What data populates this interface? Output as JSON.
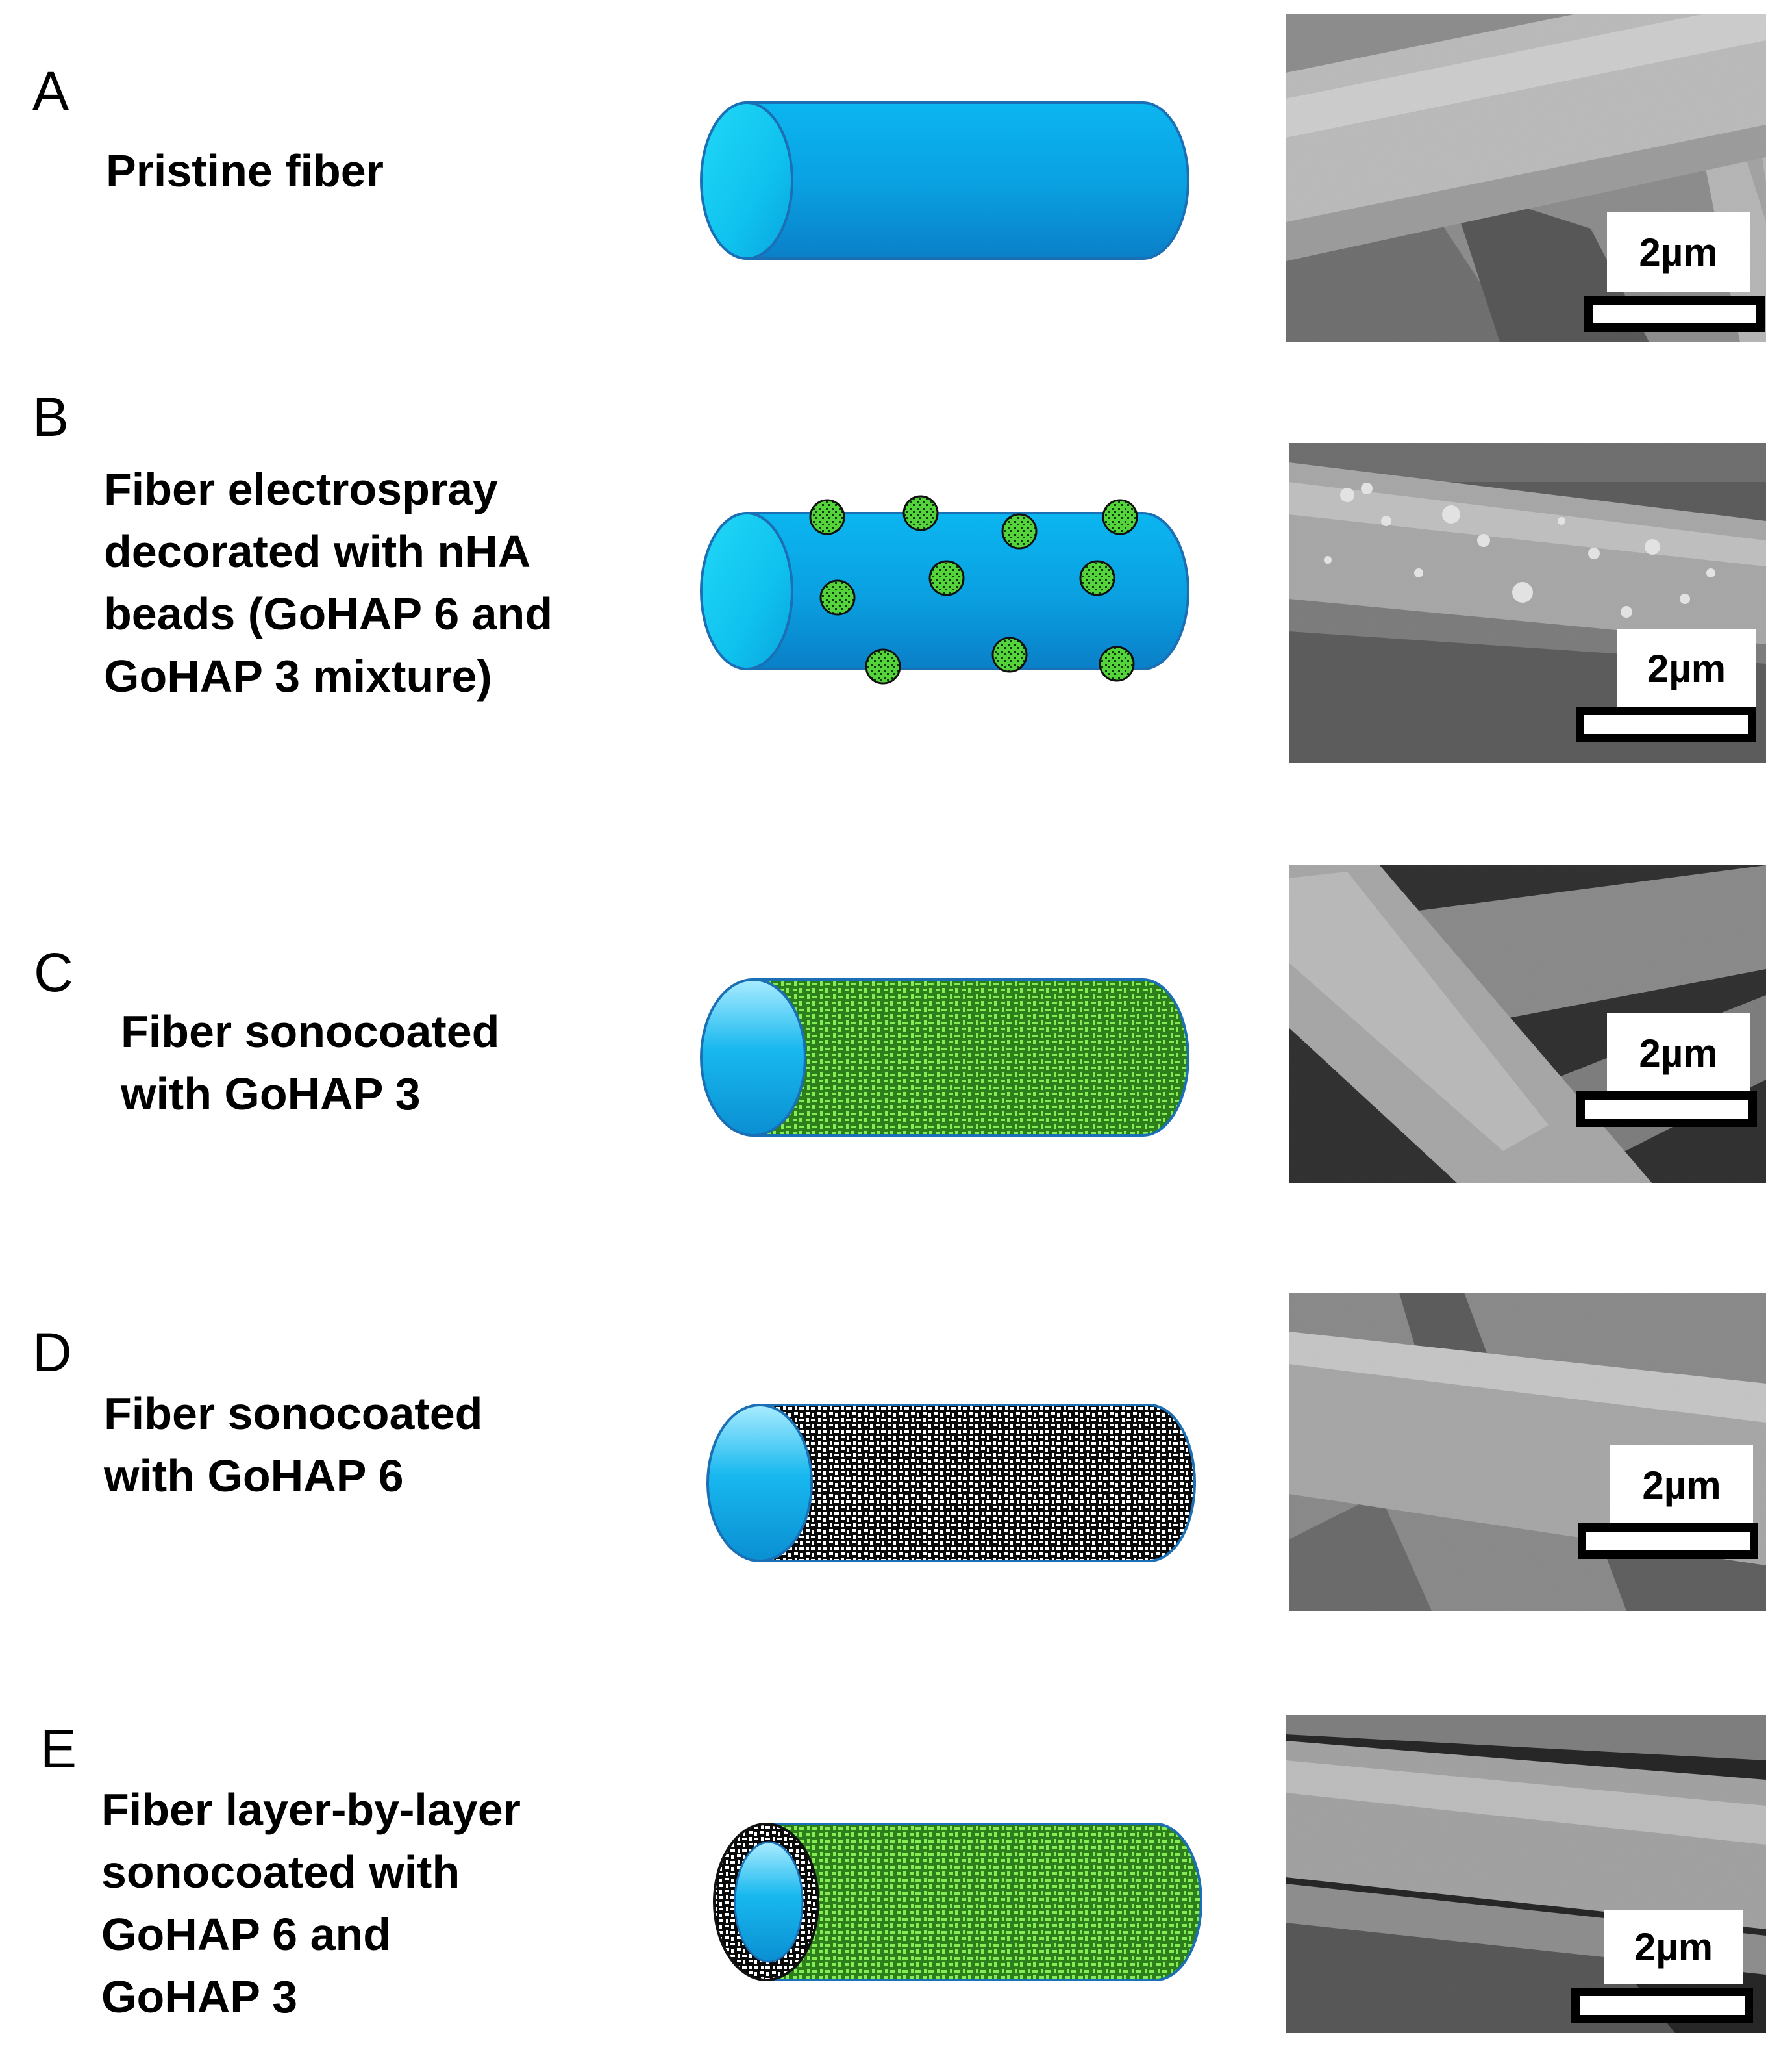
{
  "panels": [
    {
      "letter": "A",
      "lines": [
        "Pristine fiber"
      ],
      "coating": "none",
      "scale_label": "2µm"
    },
    {
      "letter": "B",
      "lines": [
        "Fiber electrospray",
        "decorated with nHA",
        "beads (GoHAP 6 and",
        "GoHAP 3 mixture)"
      ],
      "coating": "beads",
      "scale_label": "2µm"
    },
    {
      "letter": "C",
      "lines": [
        "Fiber sonocoated",
        "with GoHAP 3"
      ],
      "coating": "green-mesh",
      "scale_label": "2µm"
    },
    {
      "letter": "D",
      "lines": [
        "Fiber sonocoated",
        "with GoHAP 6"
      ],
      "coating": "black-white-mesh",
      "scale_label": "2µm"
    },
    {
      "letter": "E",
      "lines": [
        "Fiber layer-by-layer",
        "sonocoated with",
        "GoHAP 6 and",
        "GoHAP 3"
      ],
      "coating": "layered",
      "scale_label": "2µm"
    }
  ],
  "colors": {
    "fiber_blue": "#0aa9e6",
    "fiber_cap": "#3fd3f3",
    "fiber_outline": "#1a6fb5",
    "coat_green": "#2f8a1f",
    "coat_green_light": "#7ee84f",
    "sem_gray": "#8a8a8a"
  }
}
